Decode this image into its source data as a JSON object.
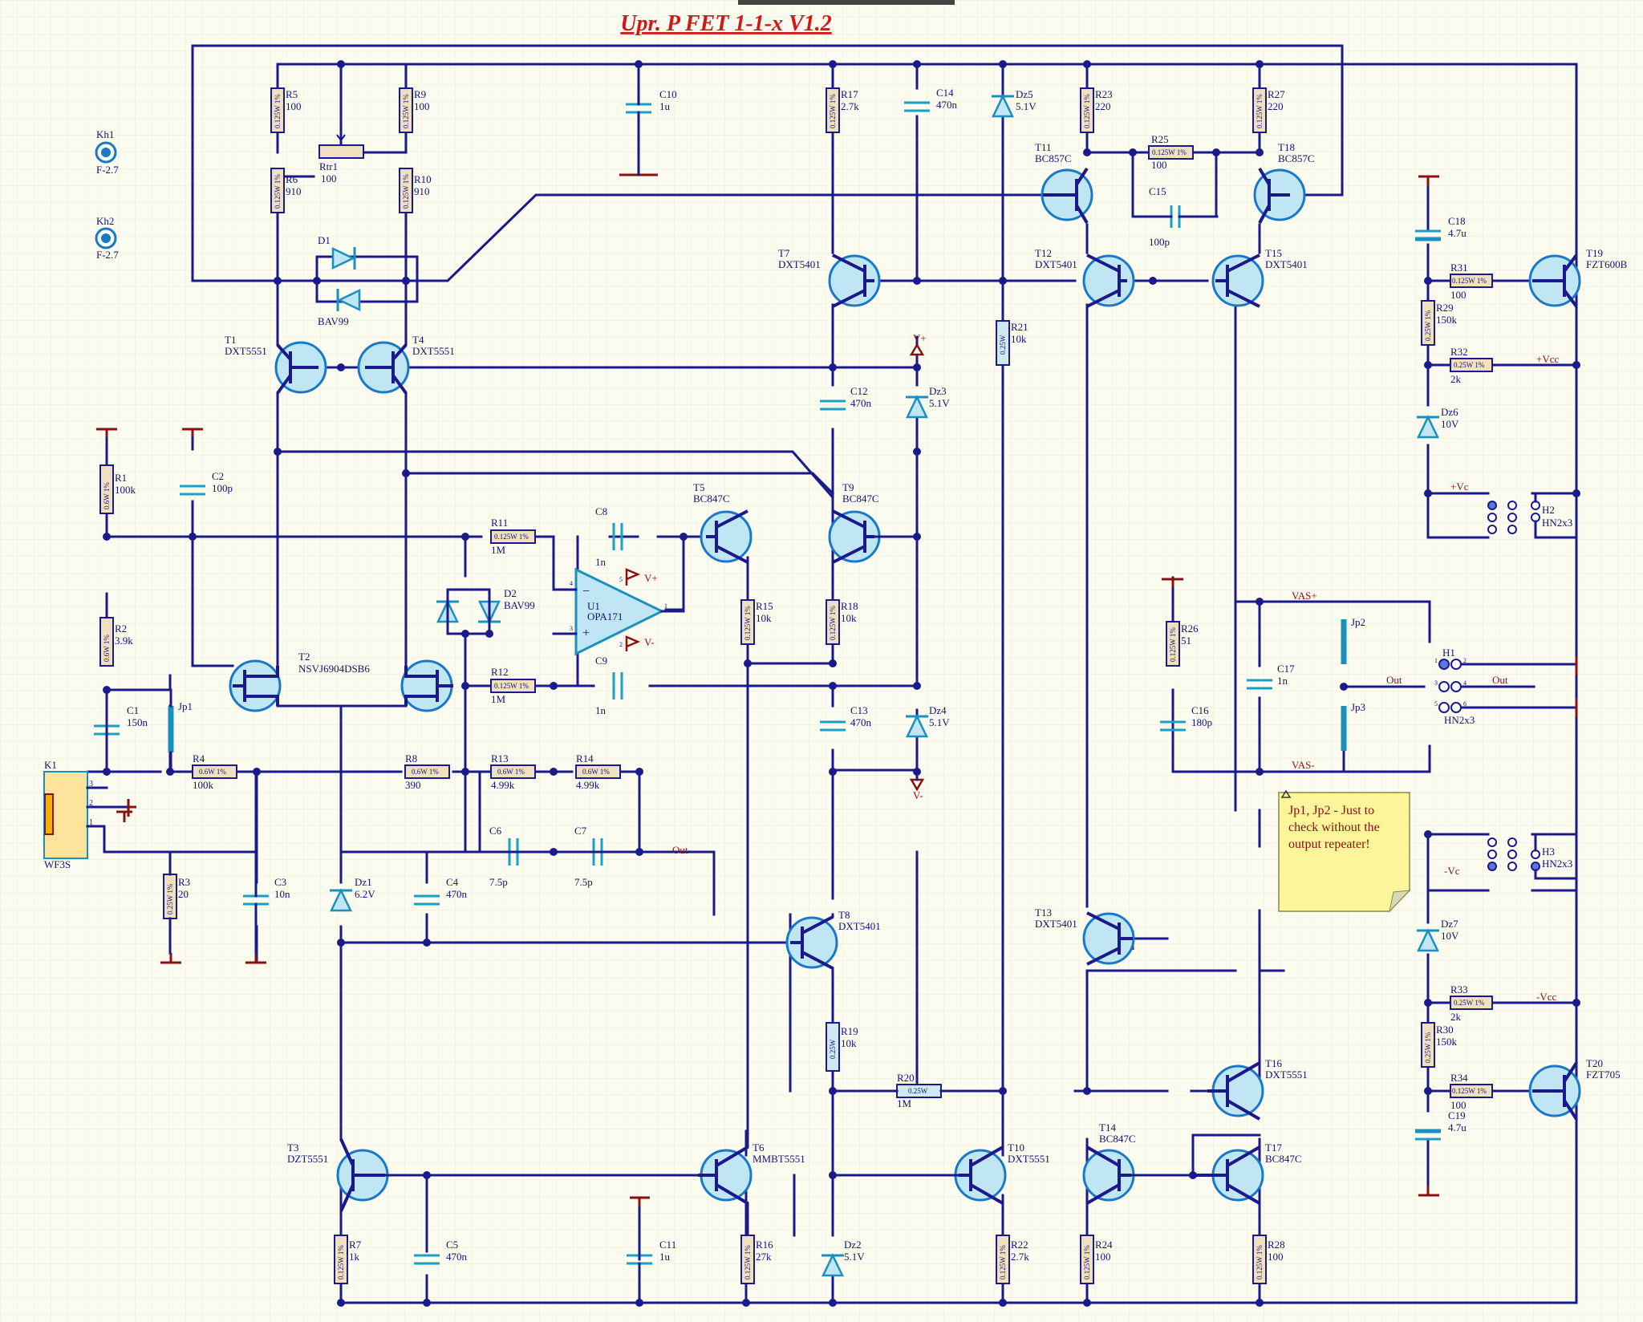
{
  "title": "Upr. P FET 1-1-x V1.2",
  "note": "Jp1, Jp2 - Just to check without the output repeater!",
  "colors": {
    "wire": "#1a1a8c",
    "ground": "#8b1010",
    "component": "#1a90c0",
    "title": "#d01818",
    "note_bg": "#fdf59a",
    "background": "#fbfbef"
  },
  "components": {
    "Kh1": {
      "ref": "Kh1",
      "value": "F-2.7"
    },
    "Kh2": {
      "ref": "Kh2",
      "value": "F-2.7"
    },
    "R5": {
      "ref": "R5",
      "value": "100",
      "rating": "0.125W 1%"
    },
    "R6": {
      "ref": "R6",
      "value": "910",
      "rating": "0.125W 1%"
    },
    "R9": {
      "ref": "R9",
      "value": "100",
      "rating": "0.125W 1%"
    },
    "R10": {
      "ref": "R10",
      "value": "910",
      "rating": "0.125W 1%"
    },
    "Rtr1": {
      "ref": "Rtr1",
      "value": "100"
    },
    "C10": {
      "ref": "C10",
      "value": "1u"
    },
    "D1": {
      "ref": "D1",
      "value": "BAV99"
    },
    "T1": {
      "ref": "T1",
      "value": "DXT5551"
    },
    "T4": {
      "ref": "T4",
      "value": "DXT5551"
    },
    "R17": {
      "ref": "R17",
      "value": "2.7k",
      "rating": "0.125W 1%"
    },
    "C14": {
      "ref": "C14",
      "value": "470n"
    },
    "Dz5": {
      "ref": "Dz5",
      "value": "5.1V"
    },
    "R23": {
      "ref": "R23",
      "value": "220",
      "rating": "0.125W 1%"
    },
    "R27": {
      "ref": "R27",
      "value": "220",
      "rating": "0.125W 1%"
    },
    "R25": {
      "ref": "R25",
      "value": "100",
      "rating": "0.125W 1%"
    },
    "C15": {
      "ref": "C15",
      "value": "100p"
    },
    "T11": {
      "ref": "T11",
      "value": "BC857C"
    },
    "T18": {
      "ref": "T18",
      "value": "BC857C"
    },
    "T7": {
      "ref": "T7",
      "value": "DXT5401"
    },
    "T12": {
      "ref": "T12",
      "value": "DXT5401"
    },
    "T15": {
      "ref": "T15",
      "value": "DXT5401"
    },
    "R21": {
      "ref": "R21",
      "value": "10k",
      "rating": "0.25W"
    },
    "C12": {
      "ref": "C12",
      "value": "470n"
    },
    "Dz3": {
      "ref": "Dz3",
      "value": "5.1V"
    },
    "R1": {
      "ref": "R1",
      "value": "100k",
      "rating": "0.6W 1%"
    },
    "C2": {
      "ref": "C2",
      "value": "100p"
    },
    "R11": {
      "ref": "R11",
      "value": "1M",
      "rating": "0.125W 1%"
    },
    "C8": {
      "ref": "C8",
      "value": "1n"
    },
    "T5": {
      "ref": "T5",
      "value": "BC847C"
    },
    "T9": {
      "ref": "T9",
      "value": "BC847C"
    },
    "D2": {
      "ref": "D2",
      "value": "BAV99"
    },
    "U1": {
      "ref": "U1",
      "value": "OPA171"
    },
    "R15": {
      "ref": "R15",
      "value": "10k",
      "rating": "0.125W 1%"
    },
    "R18": {
      "ref": "R18",
      "value": "10k",
      "rating": "0.125W 1%"
    },
    "R2": {
      "ref": "R2",
      "value": "3.9k",
      "rating": "0.6W 1%"
    },
    "T2": {
      "ref": "T2",
      "value": "NSVJ6904DSB6"
    },
    "R12": {
      "ref": "R12",
      "value": "1M",
      "rating": "0.125W 1%"
    },
    "C9": {
      "ref": "C9",
      "value": "1n"
    },
    "C1": {
      "ref": "C1",
      "value": "150n"
    },
    "Jp1": {
      "ref": "Jp1"
    },
    "C13": {
      "ref": "C13",
      "value": "470n"
    },
    "Dz4": {
      "ref": "Dz4",
      "value": "5.1V"
    },
    "K1": {
      "ref": "K1",
      "value": "WF3S"
    },
    "R4": {
      "ref": "R4",
      "value": "100k",
      "rating": "0.6W 1%"
    },
    "R8": {
      "ref": "R8",
      "value": "390",
      "rating": "0.6W 1%"
    },
    "R13": {
      "ref": "R13",
      "value": "4.99k",
      "rating": "0.6W 1%"
    },
    "R14": {
      "ref": "R14",
      "value": "4.99k",
      "rating": "0.6W 1%"
    },
    "C6": {
      "ref": "C6",
      "value": "7.5p"
    },
    "C7": {
      "ref": "C7",
      "value": "7.5p"
    },
    "R3": {
      "ref": "R3",
      "value": "20",
      "rating": "0.25W 1%"
    },
    "C3": {
      "ref": "C3",
      "value": "10n"
    },
    "Dz1": {
      "ref": "Dz1",
      "value": "6.2V"
    },
    "C4": {
      "ref": "C4",
      "value": "470n"
    },
    "T8": {
      "ref": "T8",
      "value": "DXT5401"
    },
    "R19": {
      "ref": "R19",
      "value": "10k",
      "rating": "0.25W"
    },
    "R20": {
      "ref": "R20",
      "value": "1M",
      "rating": "0.25W"
    },
    "T3": {
      "ref": "T3",
      "value": "DZT5551"
    },
    "R7": {
      "ref": "R7",
      "value": "1k",
      "rating": "0.125W 1%"
    },
    "C5": {
      "ref": "C5",
      "value": "470n"
    },
    "C11": {
      "ref": "C11",
      "value": "1u"
    },
    "T6": {
      "ref": "T6",
      "value": "MMBT5551"
    },
    "R16": {
      "ref": "R16",
      "value": "27k",
      "rating": "0.125W 1%"
    },
    "Dz2": {
      "ref": "Dz2",
      "value": "5.1V"
    },
    "T10": {
      "ref": "T10",
      "value": "DXT5551"
    },
    "R22": {
      "ref": "R22",
      "value": "2.7k",
      "rating": "0.125W 1%"
    },
    "T13": {
      "ref": "T13",
      "value": "DXT5401"
    },
    "T16": {
      "ref": "T16",
      "value": "DXT5551"
    },
    "T14": {
      "ref": "T14",
      "value": "BC847C"
    },
    "T17": {
      "ref": "T17",
      "value": "BC847C"
    },
    "R24": {
      "ref": "R24",
      "value": "100",
      "rating": "0.125W 1%"
    },
    "R28": {
      "ref": "R28",
      "value": "100",
      "rating": "0.125W 1%"
    },
    "R26": {
      "ref": "R26",
      "value": "51",
      "rating": "0.125W 1%"
    },
    "C16": {
      "ref": "C16",
      "value": "180p"
    },
    "C17": {
      "ref": "C17",
      "value": "1n"
    },
    "Jp2": {
      "ref": "Jp2"
    },
    "Jp3": {
      "ref": "Jp3"
    },
    "H1": {
      "ref": "H1",
      "value": "HN2x3"
    },
    "H2": {
      "ref": "H2",
      "value": "HN2x3"
    },
    "H3": {
      "ref": "H3",
      "value": "HN2x3"
    },
    "C18": {
      "ref": "C18",
      "value": "4.7u"
    },
    "R31": {
      "ref": "R31",
      "value": "100",
      "rating": "0.125W 1%"
    },
    "R29": {
      "ref": "R29",
      "value": "150k",
      "rating": "0.25W 1%"
    },
    "R32": {
      "ref": "R32",
      "value": "2k",
      "rating": "0.25W 1%"
    },
    "Dz6": {
      "ref": "Dz6",
      "value": "10V"
    },
    "T19": {
      "ref": "T19",
      "value": "FZT600B"
    },
    "Dz7": {
      "ref": "Dz7",
      "value": "10V"
    },
    "R33": {
      "ref": "R33",
      "value": "2k",
      "rating": "0.25W 1%"
    },
    "R30": {
      "ref": "R30",
      "value": "150k",
      "rating": "0.25W 1%"
    },
    "R34": {
      "ref": "R34",
      "value": "100",
      "rating": "0.125W 1%"
    },
    "C19": {
      "ref": "C19",
      "value": "4.7u"
    },
    "T20": {
      "ref": "T20",
      "value": "FZT705"
    }
  },
  "nets": {
    "vplus": "V+",
    "vminus": "V-",
    "vplus_u": "V+",
    "vminus_u": "V-",
    "out1": "Out",
    "out2": "Out",
    "out3": "Out",
    "vas_p": "VAS+",
    "vas_m": "VAS-",
    "pvcc": "+Vcc",
    "nvcc": "-Vcc",
    "pvc": "+Vc",
    "nvc": "-Vc"
  },
  "pins": {
    "u1_4": "4",
    "u1_5": "5",
    "u1_1": "1",
    "u1_3": "3",
    "u1_2": "2",
    "k1_3": "3",
    "k1_2": "2",
    "k1_1": "1",
    "h1_1": "1",
    "h1_2": "2",
    "h1_3": "3",
    "h1_4": "4",
    "h1_5": "5",
    "h1_6": "6"
  }
}
